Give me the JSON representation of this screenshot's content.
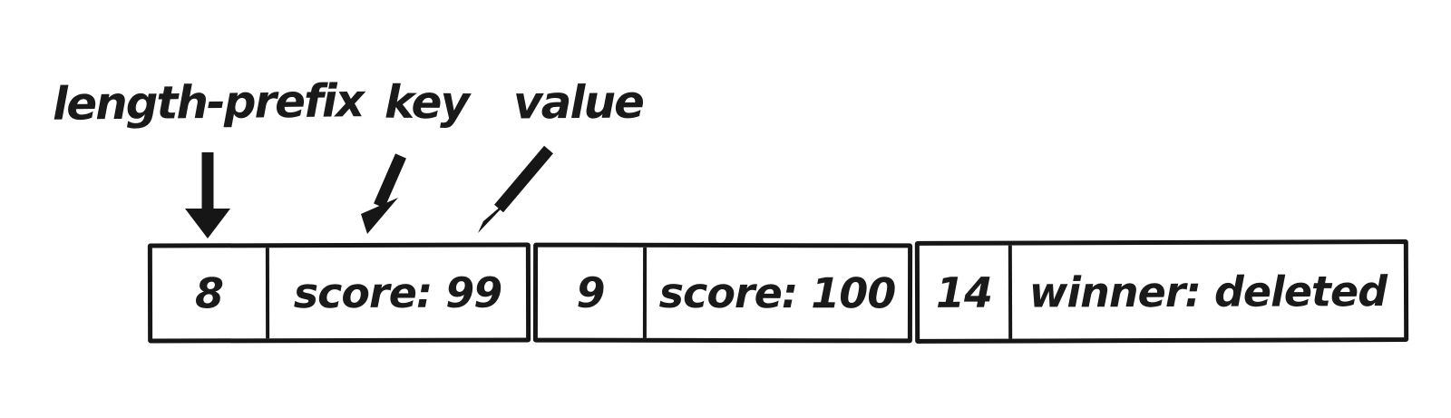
{
  "diagram": {
    "title_labels": {
      "length_prefix": "length-prefix",
      "key": "key",
      "value": "value"
    },
    "records": [
      {
        "length_prefix": "8",
        "content": "score: 99"
      },
      {
        "length_prefix": "9",
        "content": "score: 100"
      },
      {
        "length_prefix": "14",
        "content": "winner: deleted"
      }
    ],
    "colors": {
      "ink": "#1a1a1a",
      "background": "#ffffff"
    }
  }
}
